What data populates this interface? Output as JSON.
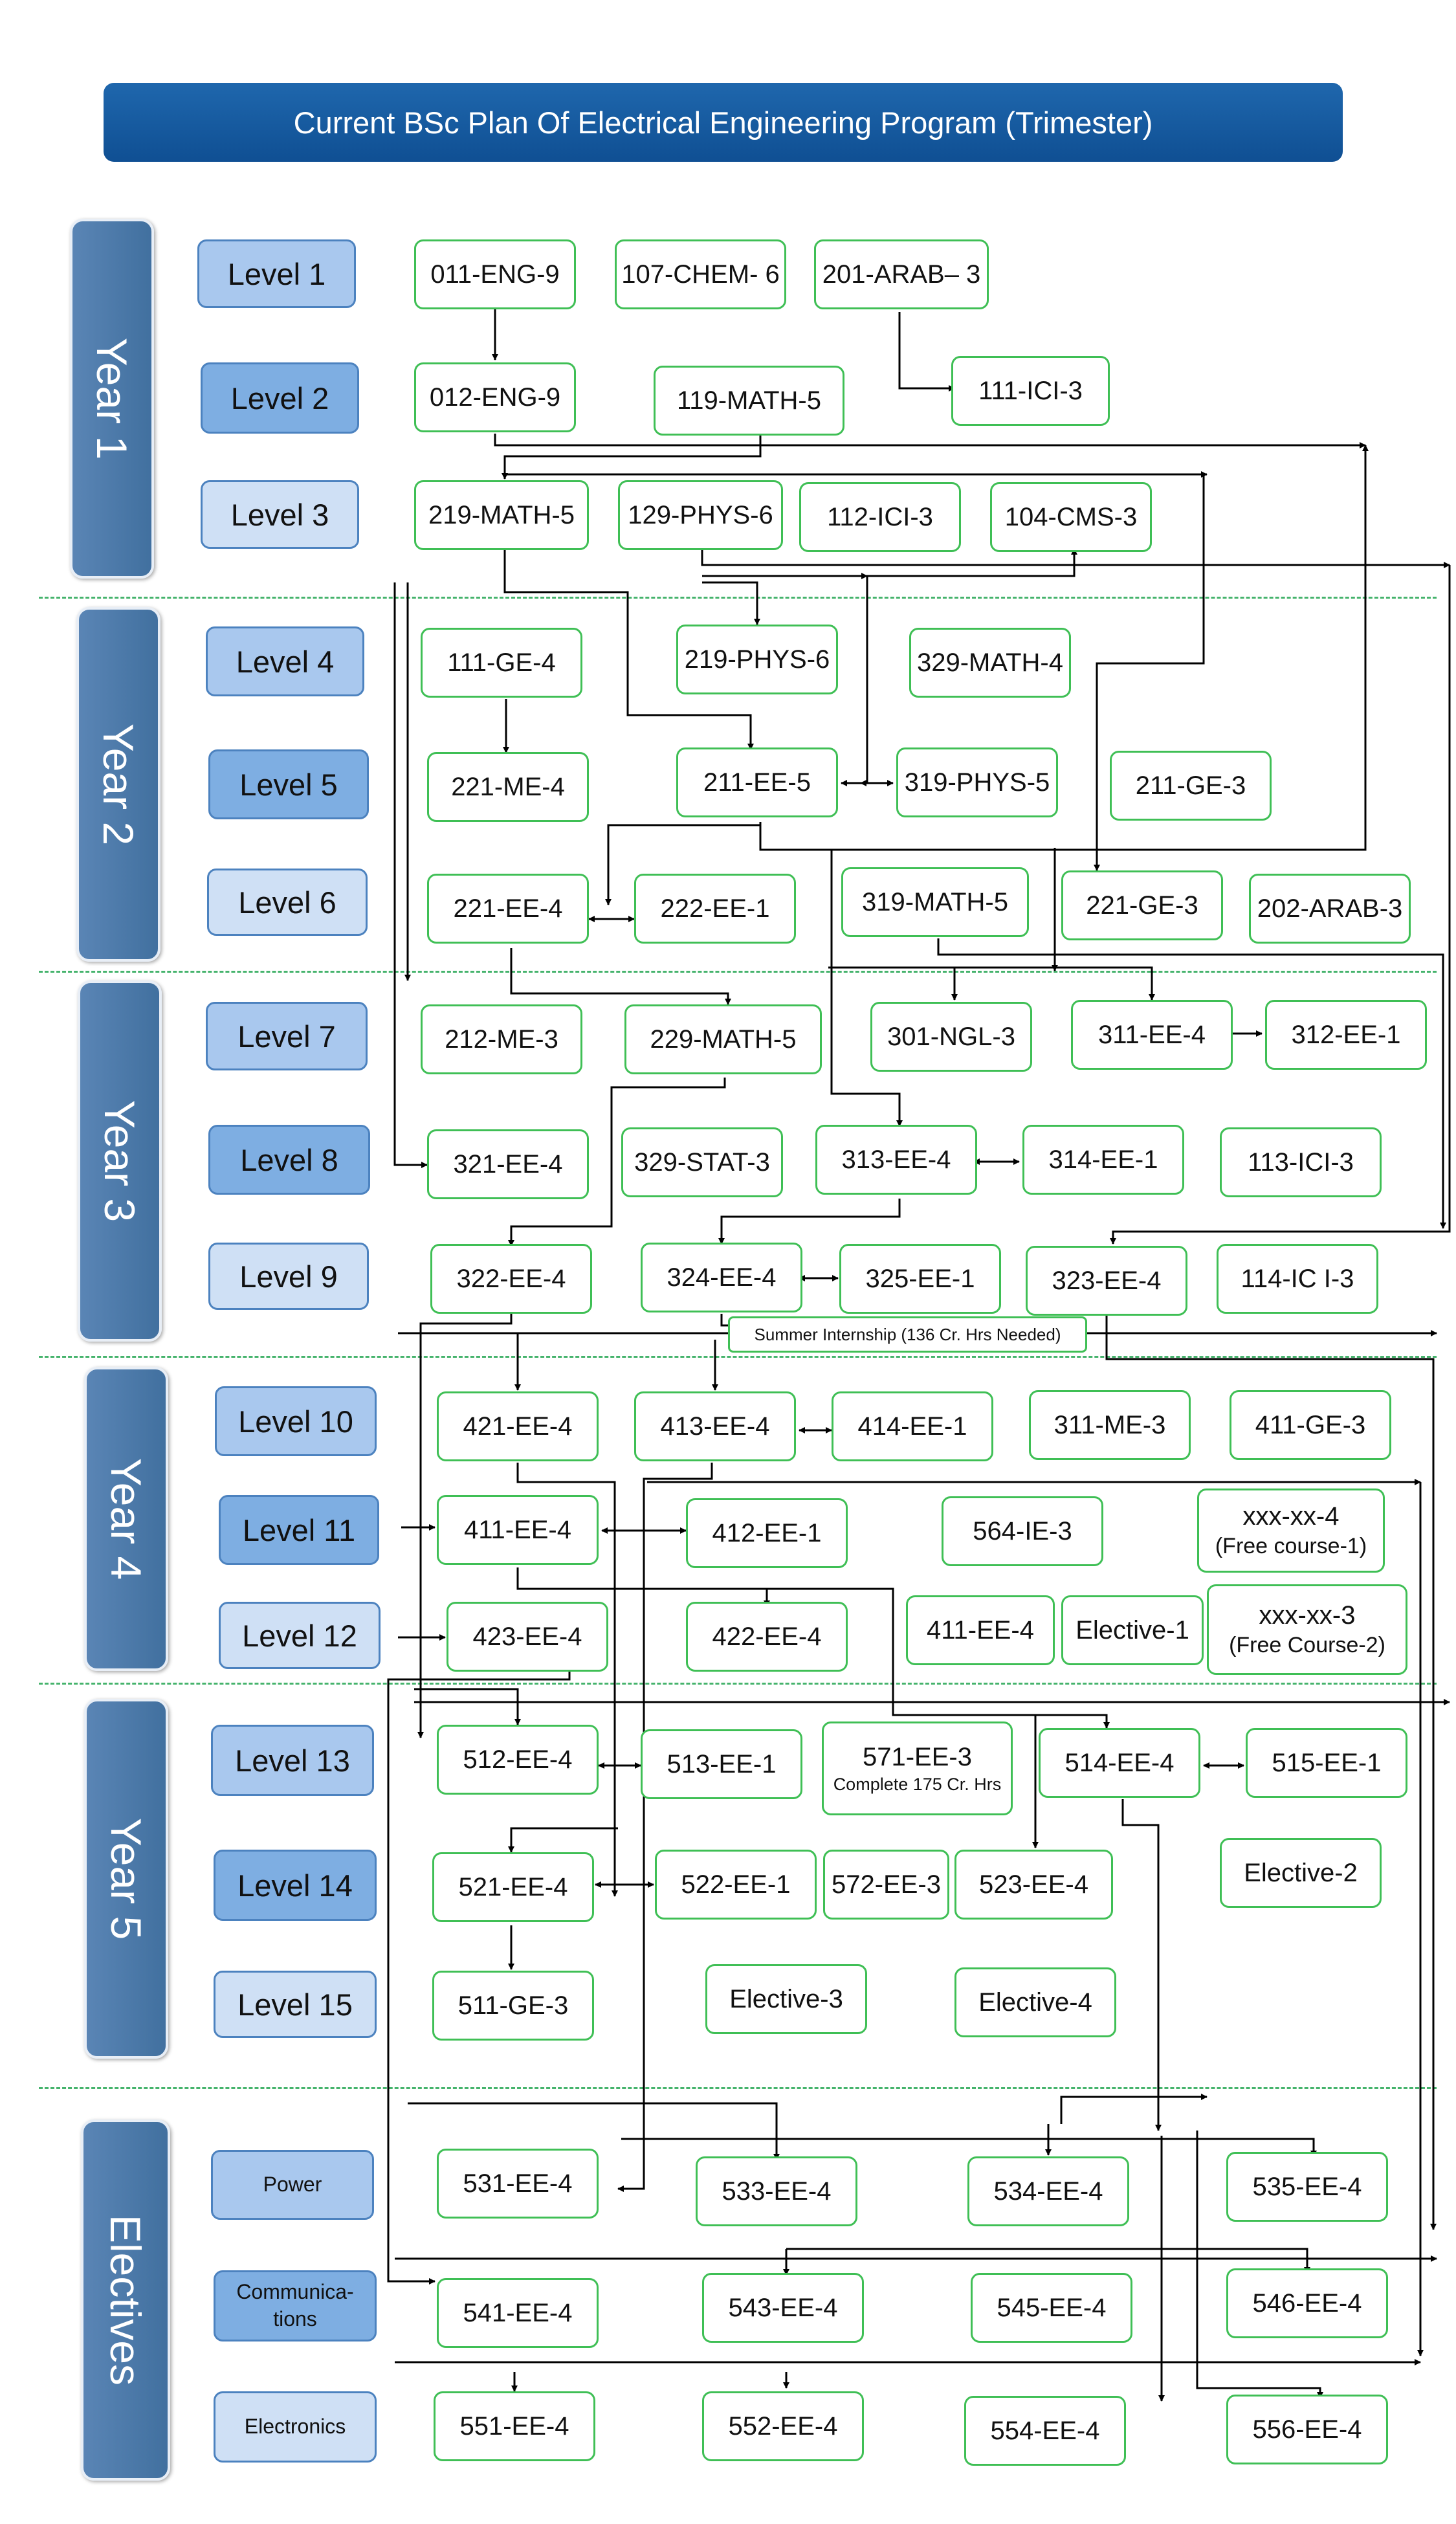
{
  "title": "Current BSc Plan Of Electrical Engineering Program (Trimester)",
  "years": [
    "Year 1",
    "Year 2",
    "Year 3",
    "Year 4",
    "Year 5",
    "Electives"
  ],
  "levels": [
    "Level 1",
    "Level 2",
    "Level 3",
    "Level 4",
    "Level 5",
    "Level 6",
    "Level 7",
    "Level 8",
    "Level 9",
    "Level 10",
    "Level 11",
    "Level 12",
    "Level 13",
    "Level 14",
    "Level 15"
  ],
  "elective_groups": [
    "Power",
    "Communica-\ntions",
    "Electronics"
  ],
  "internship_note": "Summer Internship (136 Cr. Hrs Needed)",
  "courses": {
    "c011eng": "011-ENG-9",
    "c107chem": "107-CHEM- 6",
    "c201arab": "201-ARAB– 3",
    "c012eng": "012-ENG-9",
    "c119math": "119-MATH-5",
    "c111ici": "111-ICI-3",
    "c219math": "219-MATH-5",
    "c129phys": "129-PHYS-6",
    "c112ici": "112-ICI-3",
    "c104cms": "104-CMS-3",
    "c111ge": "111-GE-4",
    "c219phys": "219-PHYS-6",
    "c329math": "329-MATH-4",
    "c221me": "221-ME-4",
    "c211ee": "211-EE-5",
    "c319phys": "319-PHYS-5",
    "c211ge": "211-GE-3",
    "c221ee": "221-EE-4",
    "c222ee": "222-EE-1",
    "c319math": "319-MATH-5",
    "c221ge": "221-GE-3",
    "c202arab": "202-ARAB-3",
    "c212me": "212-ME-3",
    "c229math": "229-MATH-5",
    "c301ngl": "301-NGL-3",
    "c311ee": "311-EE-4",
    "c312ee": "312-EE-1",
    "c321ee": "321-EE-4",
    "c329stat": "329-STAT-3",
    "c313ee": "313-EE-4",
    "c314ee": "314-EE-1",
    "c113ici": "113-ICI-3",
    "c322ee": "322-EE-4",
    "c324ee": "324-EE-4",
    "c325ee": "325-EE-1",
    "c323ee": "323-EE-4",
    "c114ici": "114-IC I-3",
    "c421ee": "421-EE-4",
    "c413ee": "413-EE-4",
    "c414ee": "414-EE-1",
    "c311me": "311-ME-3",
    "c411ge": "411-GE-3",
    "c411ee": "411-EE-4",
    "c412ee": "412-EE-1",
    "c564ie": "564-IE-3",
    "cfree1": "xxx-xx-4",
    "cfree1_sub": "(Free course-1)",
    "c423ee": "423-EE-4",
    "c422ee": "422-EE-4",
    "c411ee_b": "411-EE-4",
    "celective1": "Elective-1",
    "cfree2": "xxx-xx-3",
    "cfree2_sub": "(Free Course-2)",
    "c512ee": "512-EE-4",
    "c513ee": "513-EE-1",
    "c571ee": "571-EE-3",
    "c571ee_sub": "Complete 175 Cr. Hrs",
    "c514ee": "514-EE-4",
    "c515ee": "515-EE-1",
    "c521ee": "521-EE-4",
    "c522ee": "522-EE-1",
    "c572ee": "572-EE-3",
    "c523ee": "523-EE-4",
    "celective2": "Elective-2",
    "c511ge": "511-GE-3",
    "celective3": "Elective-3",
    "celective4": "Elective-4",
    "c531ee": "531-EE-4",
    "c533ee": "533-EE-4",
    "c534ee": "534-EE-4",
    "c535ee": "535-EE-4",
    "c541ee": "541-EE-4",
    "c543ee": "543-EE-4",
    "c545ee": "545-EE-4",
    "c546ee": "546-EE-4",
    "c551ee": "551-EE-4",
    "c552ee": "552-EE-4",
    "c554ee": "554-EE-4",
    "c556ee": "556-EE-4"
  },
  "colors": {
    "banner": "#115299",
    "year_panel": "#4d7aab",
    "course_border": "#3fbf55",
    "separator": "#45b36c",
    "arrow": "#000000"
  }
}
